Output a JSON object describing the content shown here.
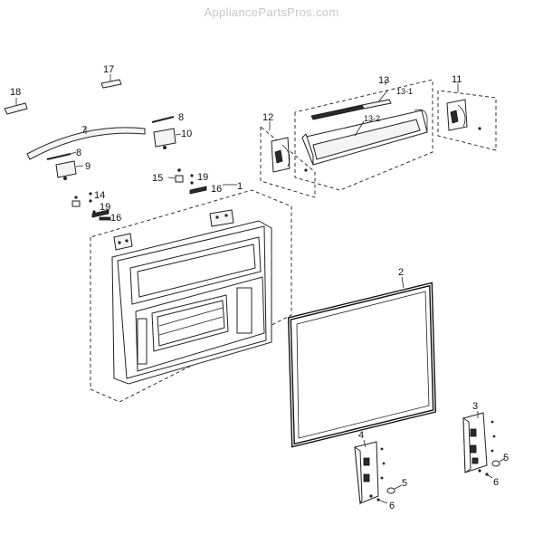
{
  "watermark": "AppliancePartsPros.com",
  "callouts": {
    "c1": "1",
    "c2": "2",
    "c3": "3",
    "c4": "4",
    "c5a": "5",
    "c5b": "5",
    "c6a": "6",
    "c6b": "6",
    "c7": "7",
    "c8a": "8",
    "c8b": "8",
    "c9": "9",
    "c10": "10",
    "c11": "11",
    "c12": "12",
    "c13": "13",
    "c13_1": "13-1",
    "c13_2": "13-2",
    "c14": "14",
    "c15": "15",
    "c16a": "16",
    "c16b": "16",
    "c17": "17",
    "c18": "18",
    "c19a": "19",
    "c19b": "19"
  }
}
